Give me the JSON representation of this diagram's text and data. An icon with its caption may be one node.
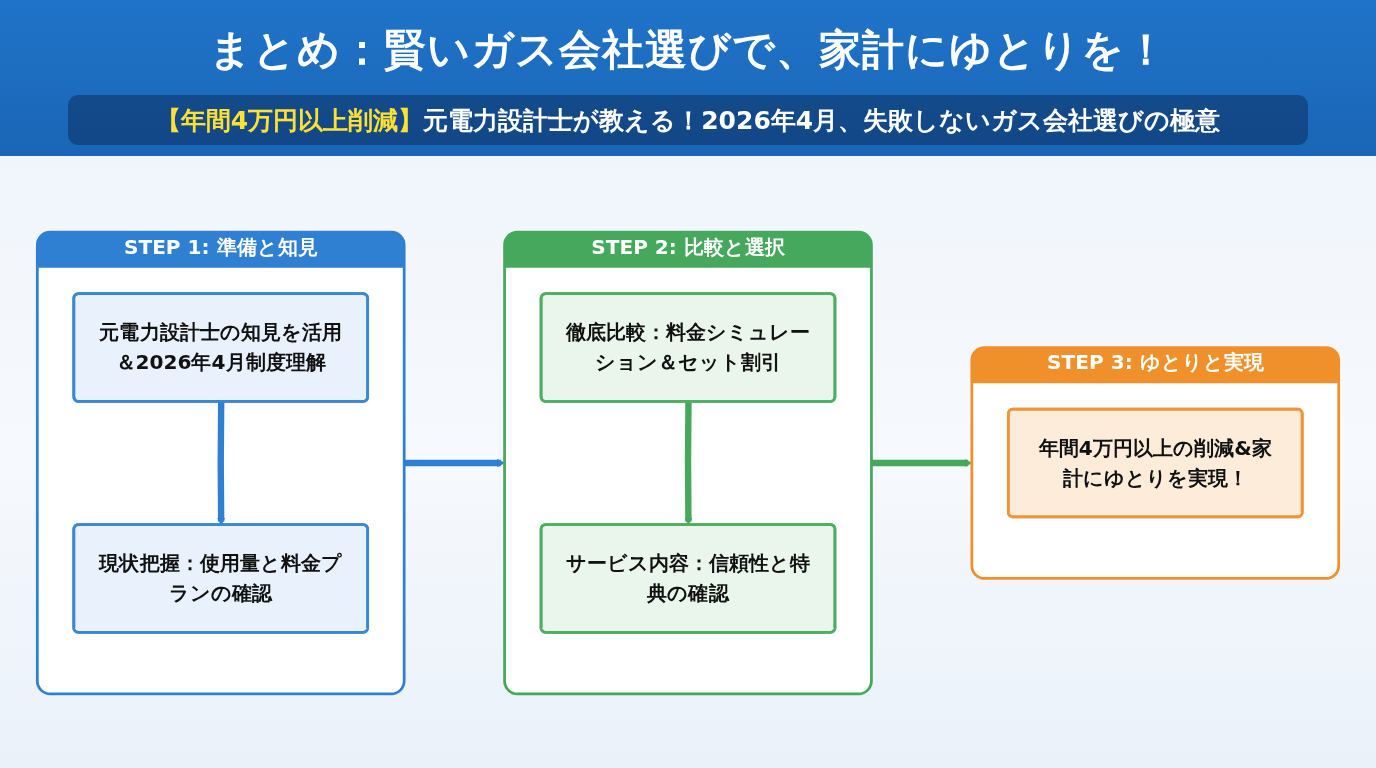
{
  "diagram": {
    "title": "まとめ：賢いガス会社選びで、家計にゆとりを！",
    "nodes": [
      {
        "text": [
          "STEP 1: 準備と知見"
        ]
      },
      {
        "text": [
          "元電力設計士の知見を活用＆2026年4月制度理解"
        ],
        "in": 0
      },
      {
        "text": [
          "現状把握：使用量と料金プランの確認"
        ],
        "in": 0
      },
      {
        "text": [
          "STEP 2: 比較と選択"
        ]
      },
      {
        "text": [
          "徹底比較：料金シミュレーション＆セット割引"
        ],
        "in": 3
      },
      {
        "text": [
          "サービス内容：信頼性と特典の確認"
        ],
        "in": 3
      },
      {
        "text": [
          "STEP 3: ゆとりと実現"
        ]
      },
      {
        "text": [
          "年間4万円以上の削減&家計にゆとりを実現！"
        ],
        "in": 6
      }
    ],
    "edges": [
      {
        "from": 1,
        "to": 2,
        "arrow": "to",
        "color": "#2f7fd2"
      },
      {
        "from": 0,
        "to": 3,
        "arrow": "to",
        "color": "#2f7fd2"
      },
      {
        "from": 4,
        "to": 5,
        "arrow": "to",
        "color": "#45a85c"
      },
      {
        "from": 3,
        "to": 6,
        "arrow": "to",
        "color": "#45a85c"
      }
    ],
    "labels": [
      "【年間4万円以上削減】",
      "元電力設計士が教える！2026年4月、失敗しないガス会社選びの極意"
    ]
  }
}
